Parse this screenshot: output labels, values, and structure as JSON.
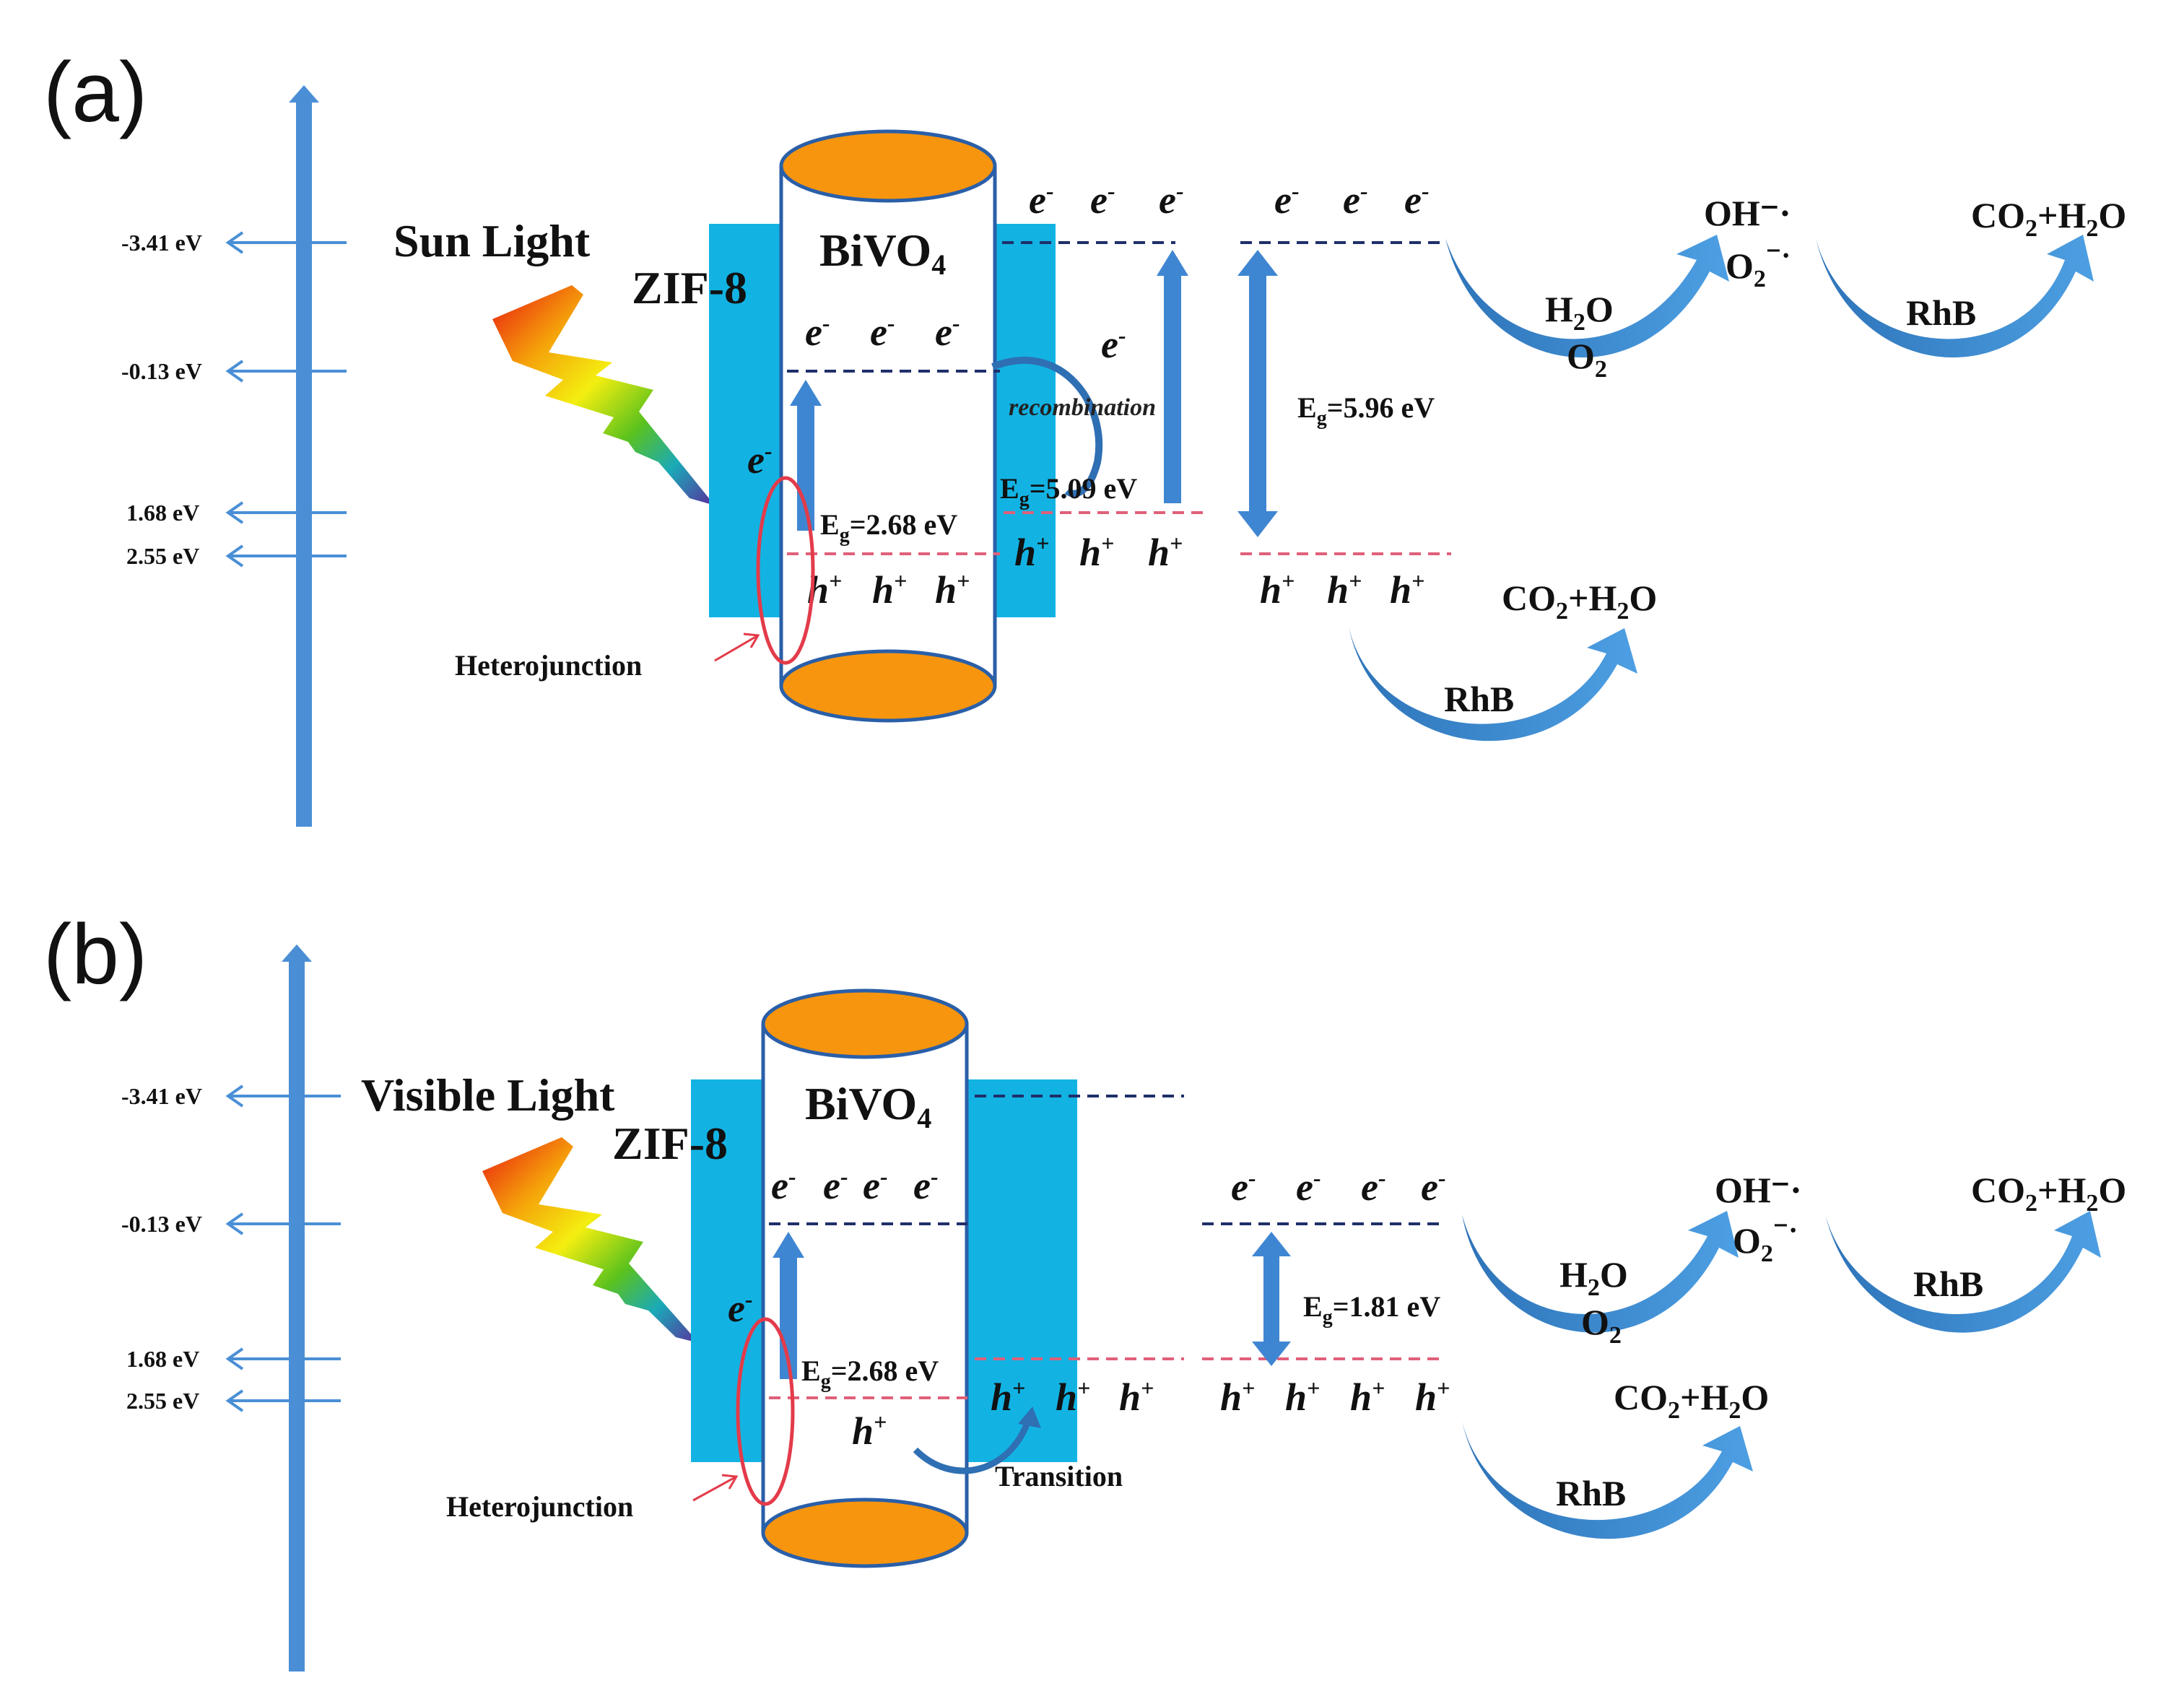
{
  "panel_a": {
    "label": "(a)",
    "light": "Sun Light",
    "zif": "ZIF-8",
    "bivo4": "BiVO",
    "bivo4_sub": "4",
    "energy_levels": [
      "-3.41 eV",
      "-0.13 eV",
      "1.68 eV",
      "2.55 eV"
    ],
    "electron": "e",
    "electron_sup": "-",
    "hole": "h",
    "hole_sup": "+",
    "eg_zif": "=2.68 eV",
    "eg_mid": "=5.09 eV",
    "eg_right": "=5.96 eV",
    "eg_prefix": "E",
    "eg_sub": "g",
    "recombination": "recombination",
    "heterojunction": "Heterojunction",
    "oh": "OH⁻·",
    "o2rad_main": "O",
    "o2rad_sub": "2",
    "o2rad_sup": "⁻·",
    "h2o_main": "H",
    "h2o_sub": "2",
    "h2o_tail": "O",
    "o2_main": "O",
    "o2_sub": "2",
    "co2_a": "CO",
    "co2_sub": "2",
    "co2_b": "+H",
    "co2_sub2": "2",
    "co2_c": "O",
    "rhb": "RhB"
  },
  "panel_b": {
    "label": "(b)",
    "light": "Visible Light",
    "zif": "ZIF-8",
    "bivo4": "BiVO",
    "bivo4_sub": "4",
    "energy_levels": [
      "-3.41 eV",
      "-0.13 eV",
      "1.68 eV",
      "2.55 eV"
    ],
    "eg_zif": "=2.68 eV",
    "eg_right": "=1.81 eV",
    "transition": "Transition",
    "heterojunction": "Heterojunction",
    "rhb": "RhB"
  },
  "colors": {
    "axis_blue": "#4a8fd6",
    "zif_cyan": "#12b3e3",
    "cap_orange": "#f7950f",
    "level_navy": "#1f2f6a",
    "level_pink": "#e0607a"
  }
}
